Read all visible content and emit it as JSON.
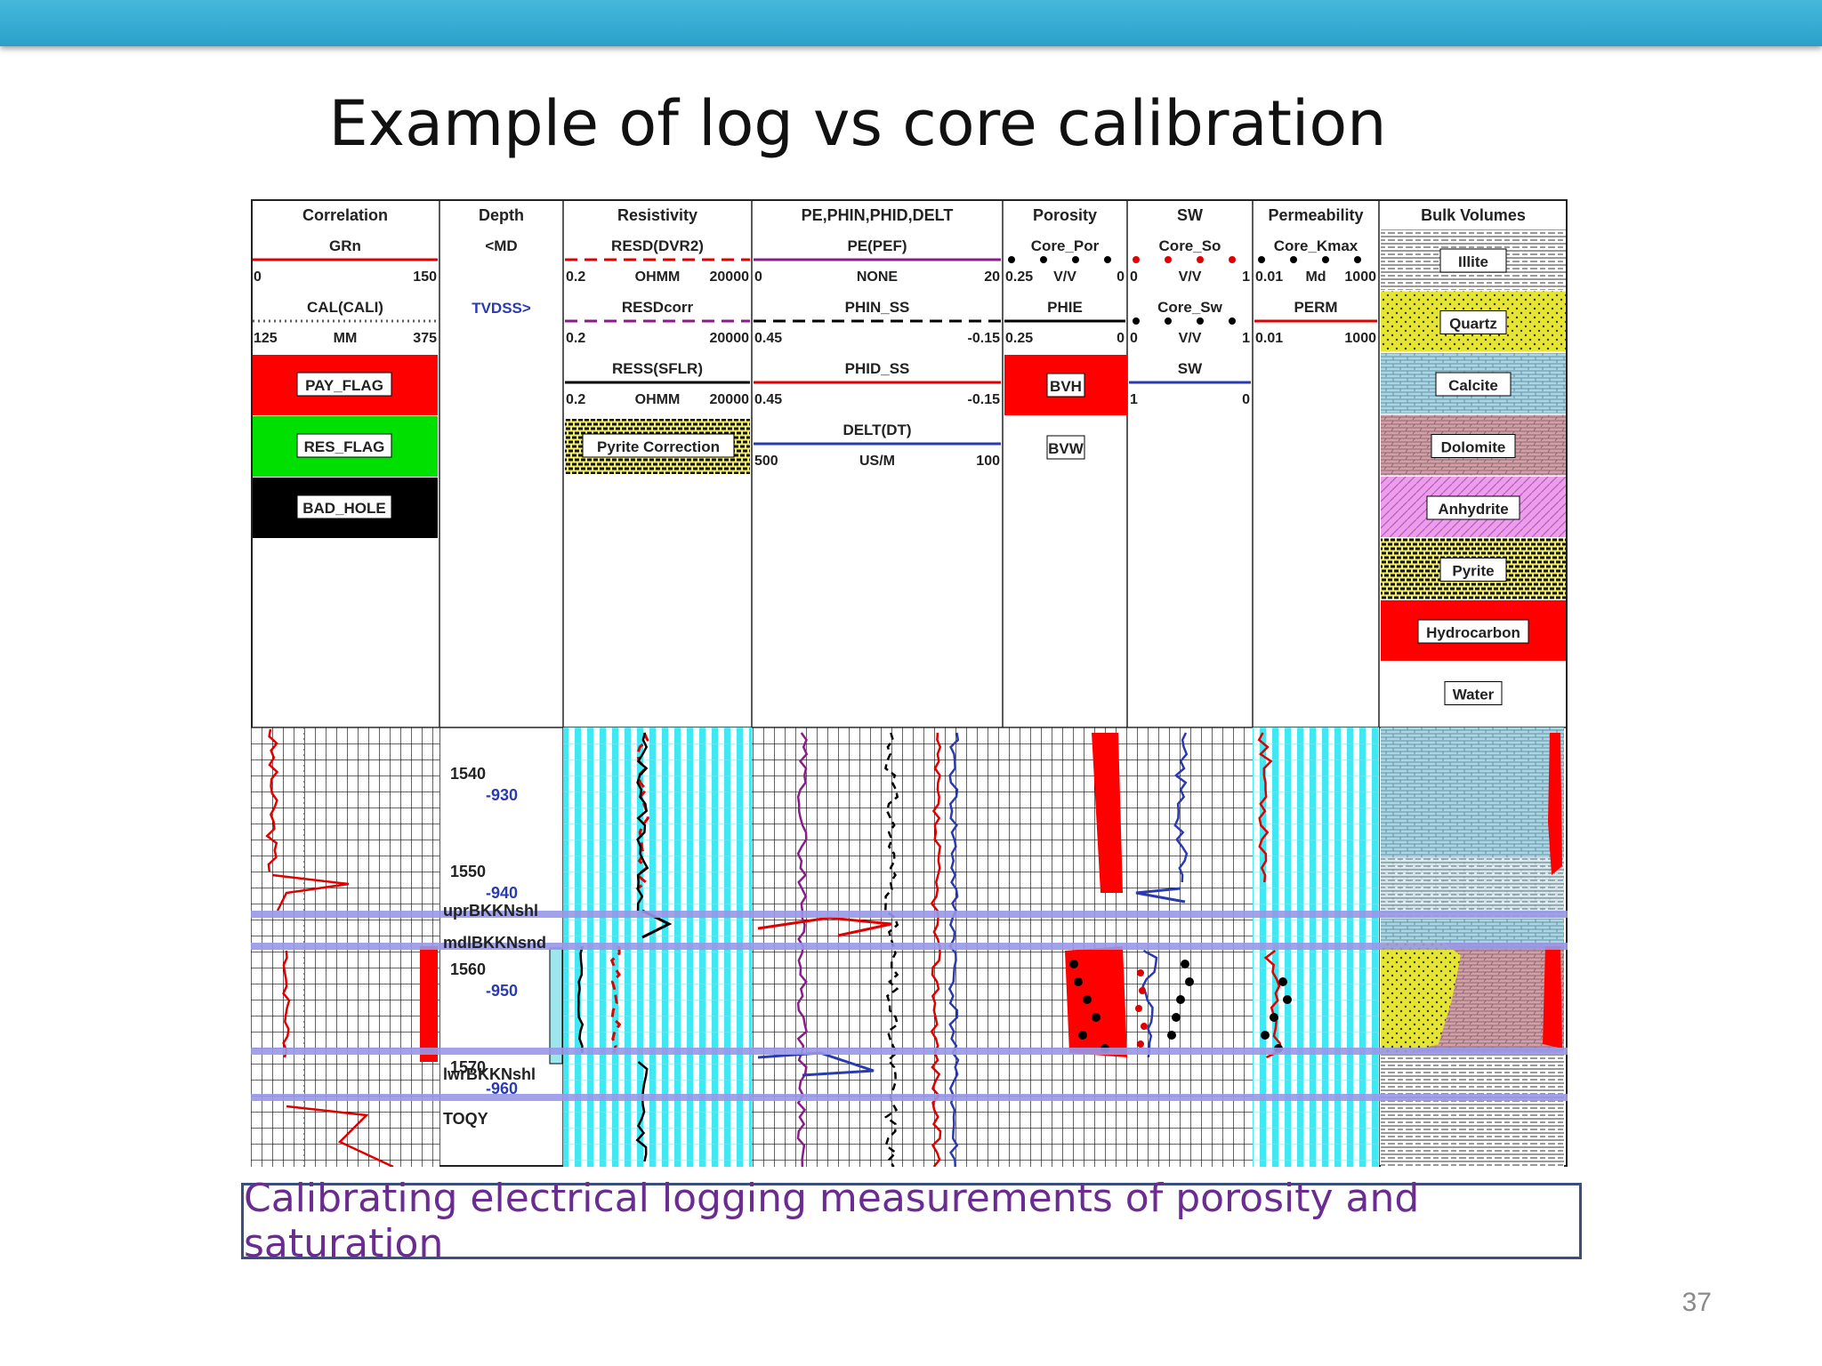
{
  "slide": {
    "title": "Example of log vs core calibration",
    "caption": "Calibrating electrical logging measurements of porosity and saturation",
    "page_number": "37"
  },
  "colors": {
    "topbar": "#2aa0c9",
    "flag_pay": "#ff0000",
    "flag_res": "#00e000",
    "flag_bad": "#000000",
    "quartz": "#e6e632",
    "calcite": "#a8d8e8",
    "dolomite": "#d4a0a8",
    "anhydrite": "#ee9cee",
    "resistivity_track": "#00e0f0",
    "marker": "#9898e8"
  },
  "tracks": [
    {
      "title": "Correlation",
      "curves": [
        {
          "name": "GRn",
          "min": "0",
          "max": "150",
          "unit": "",
          "color": "#e00000",
          "style": "solid"
        },
        {
          "name": "CAL(CALI)",
          "min": "125",
          "max": "375",
          "unit": "MM",
          "color": "#606060",
          "style": "dotted"
        }
      ],
      "flags": [
        "PAY_FLAG",
        "RES_FLAG",
        "BAD_HOLE"
      ]
    },
    {
      "title": "Depth",
      "curves": [
        {
          "name": "<MD",
          "min": "",
          "max": "",
          "unit": "",
          "color": "#000000",
          "style": "none"
        },
        {
          "name": "TVDSS>",
          "min": "",
          "max": "",
          "unit": "",
          "color": "#2a3ab0",
          "style": "none"
        }
      ]
    },
    {
      "title": "Resistivity",
      "curves": [
        {
          "name": "RESD(DVR2)",
          "min": "0.2",
          "max": "20000",
          "unit": "OHMM",
          "color": "#e00000",
          "style": "dashed"
        },
        {
          "name": "RESDcorr",
          "min": "0.2",
          "max": "20000",
          "unit": "",
          "color": "#8a1c8a",
          "style": "dashed"
        },
        {
          "name": "RESS(SFLR)",
          "min": "0.2",
          "max": "20000",
          "unit": "OHMM",
          "color": "#000000",
          "style": "solid"
        }
      ],
      "patterns": [
        "Pyrite Correction"
      ]
    },
    {
      "title": "PE,PHIN,PHID,DELT",
      "curves": [
        {
          "name": "PE(PEF)",
          "min": "0",
          "max": "20",
          "unit": "NONE",
          "color": "#8a1c8a",
          "style": "solid"
        },
        {
          "name": "PHIN_SS",
          "min": "0.45",
          "max": "-0.15",
          "unit": "",
          "color": "#000000",
          "style": "dashed"
        },
        {
          "name": "PHID_SS",
          "min": "0.45",
          "max": "-0.15",
          "unit": "",
          "color": "#e00000",
          "style": "solid"
        },
        {
          "name": "DELT(DT)",
          "min": "500",
          "max": "100",
          "unit": "US/M",
          "color": "#2a3ab0",
          "style": "solid"
        }
      ]
    },
    {
      "title": "Porosity",
      "curves": [
        {
          "name": "Core_Por",
          "min": "0.25",
          "max": "0",
          "unit": "V/V",
          "color": "#000000",
          "style": "dots"
        },
        {
          "name": "PHIE",
          "min": "0.25",
          "max": "0",
          "unit": "",
          "color": "#000000",
          "style": "solid"
        }
      ],
      "patterns": [
        "BVH",
        "BVW"
      ]
    },
    {
      "title": "SW",
      "curves": [
        {
          "name": "Core_So",
          "min": "0",
          "max": "1",
          "unit": "V/V",
          "color": "#e00000",
          "style": "dots"
        },
        {
          "name": "Core_Sw",
          "min": "0",
          "max": "1",
          "unit": "V/V",
          "color": "#000000",
          "style": "dots"
        },
        {
          "name": "SW",
          "min": "1",
          "max": "0",
          "unit": "",
          "color": "#2a3ab0",
          "style": "solid"
        }
      ]
    },
    {
      "title": "Permeability",
      "curves": [
        {
          "name": "Core_Kmax",
          "min": "0.01",
          "max": "1000",
          "unit": "Md",
          "color": "#000000",
          "style": "dots"
        },
        {
          "name": "PERM",
          "min": "0.01",
          "max": "1000",
          "unit": "",
          "color": "#e00000",
          "style": "solid"
        }
      ]
    },
    {
      "title": "Bulk Volumes",
      "legend": [
        "Illite",
        "Quartz",
        "Calcite",
        "Dolomite",
        "Anhydrite",
        "Pyrite",
        "Hydrocarbon",
        "Water"
      ]
    }
  ],
  "depth": {
    "md_labels": [
      "1540",
      "1550",
      "1560",
      "1570"
    ],
    "tvd_labels": [
      "-930",
      "-940",
      "-950",
      "-960"
    ],
    "formation_tops": [
      "uprBKKNshl",
      "mdlBKKNsnd",
      "lwrBKKNshl",
      "TOQY"
    ]
  }
}
